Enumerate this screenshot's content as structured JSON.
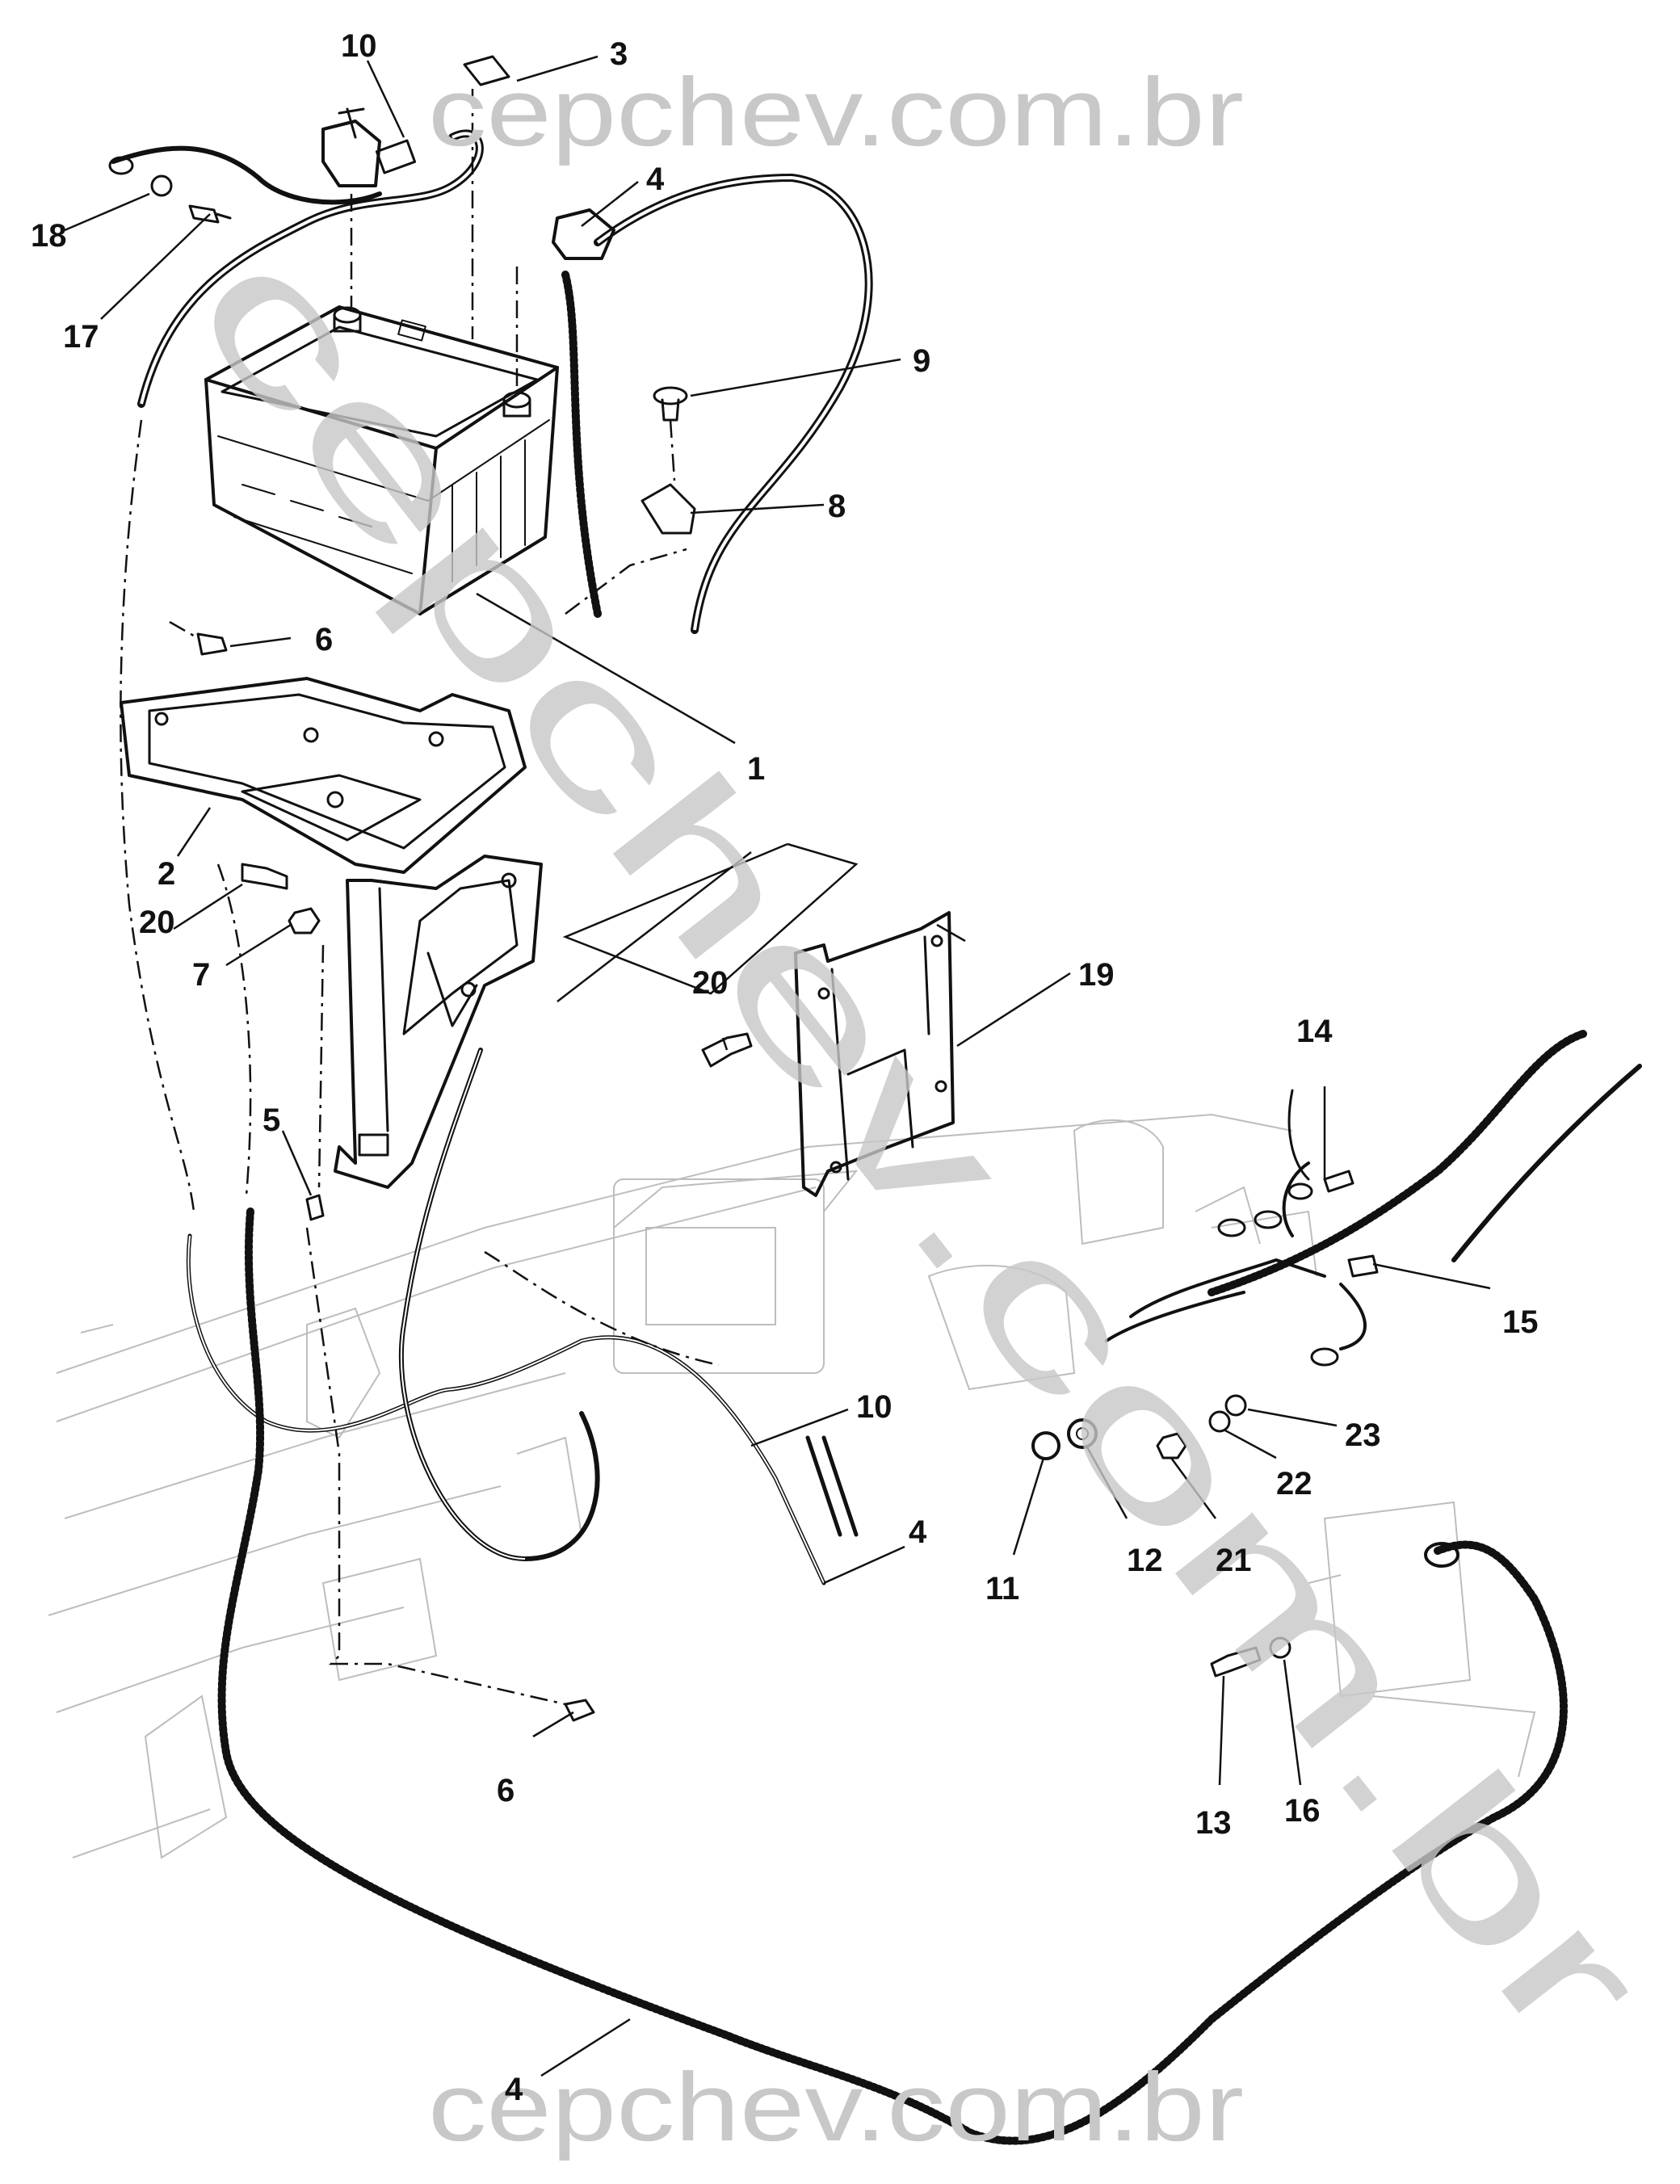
{
  "watermark": {
    "top": "cepchev.com.br",
    "bottom": "cepchev.com.br",
    "diagonal": "cepchev.com.br"
  },
  "callouts": [
    {
      "id": "c10-top",
      "label": "10"
    },
    {
      "id": "c3",
      "label": "3"
    },
    {
      "id": "c4-top",
      "label": "4"
    },
    {
      "id": "c18",
      "label": "18"
    },
    {
      "id": "c17",
      "label": "17"
    },
    {
      "id": "c9",
      "label": "9"
    },
    {
      "id": "c8",
      "label": "8"
    },
    {
      "id": "c6-top",
      "label": "6"
    },
    {
      "id": "c1",
      "label": "1"
    },
    {
      "id": "c2",
      "label": "2"
    },
    {
      "id": "c20-left",
      "label": "20"
    },
    {
      "id": "c7",
      "label": "7"
    },
    {
      "id": "c20-mid",
      "label": "20"
    },
    {
      "id": "c19",
      "label": "19"
    },
    {
      "id": "c14",
      "label": "14"
    },
    {
      "id": "c5",
      "label": "5"
    },
    {
      "id": "c15",
      "label": "15"
    },
    {
      "id": "c10-mid",
      "label": "10"
    },
    {
      "id": "c23",
      "label": "23"
    },
    {
      "id": "c4-mid",
      "label": "4"
    },
    {
      "id": "c22",
      "label": "22"
    },
    {
      "id": "c11",
      "label": "11"
    },
    {
      "id": "c12",
      "label": "12"
    },
    {
      "id": "c21",
      "label": "21"
    },
    {
      "id": "c6-bottom",
      "label": "6"
    },
    {
      "id": "c13",
      "label": "13"
    },
    {
      "id": "c16",
      "label": "16"
    },
    {
      "id": "c4-bottom",
      "label": "4"
    }
  ]
}
